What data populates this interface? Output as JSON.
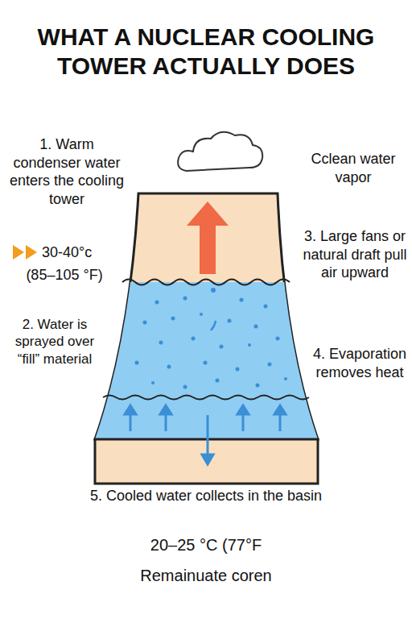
{
  "diagram": {
    "title": "WHAT A NUCLEAR COOLING TOWER ACTUALLY DOES",
    "labels": [
      "1. Warm condenser water enters the cooling tower",
      "30-40°c",
      "(85–105 °F)",
      "Cclean water vapor",
      "3. Large fans or natural draft pull air upward",
      "2. Water is sprayed over “fill” material",
      "4. Evaporation removes heat",
      "5. Cooled water collects in the basin",
      "20–25 °C (77°F",
      "Remainuate coren"
    ]
  }
}
